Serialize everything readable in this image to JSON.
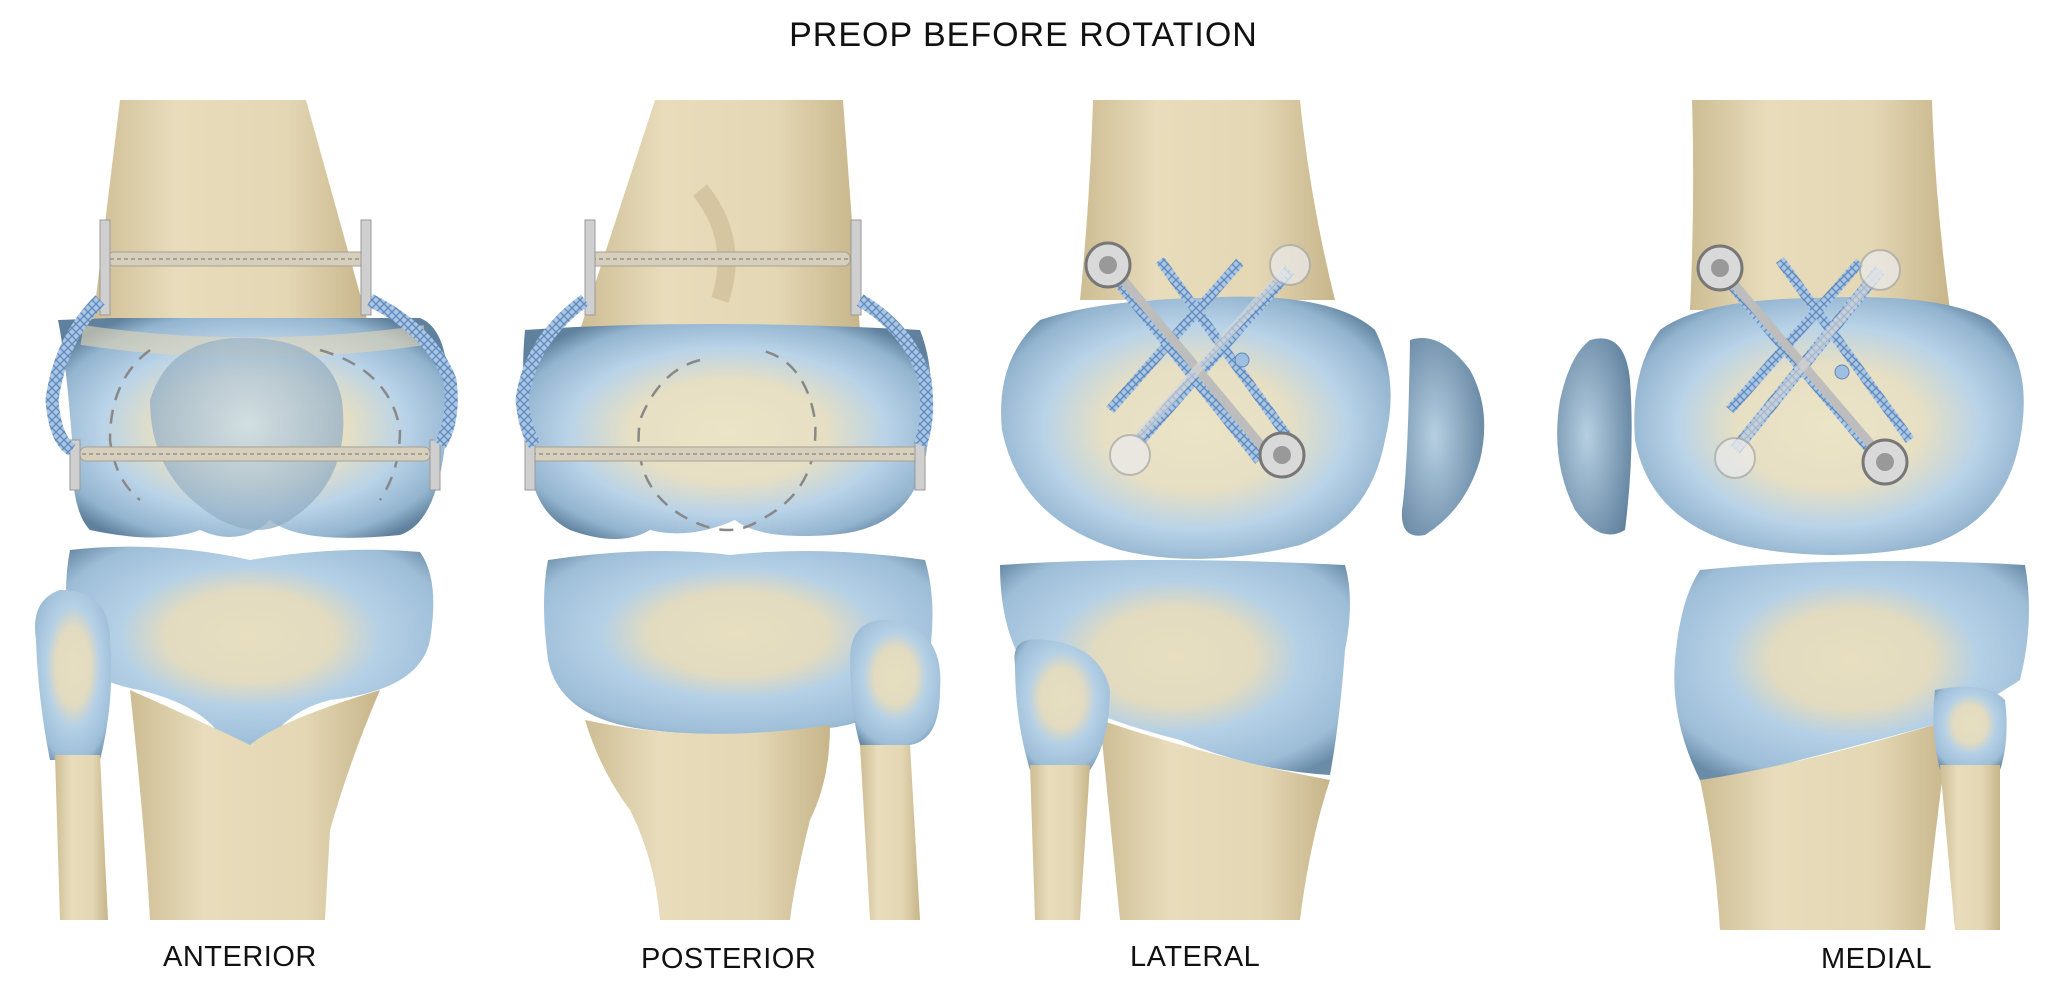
{
  "title": "PREOP BEFORE ROTATION",
  "views": {
    "anterior": "ANTERIOR",
    "posterior": "POSTERIOR",
    "lateral": "LATERAL",
    "medial": "MEDIAL"
  },
  "colors": {
    "bone": "#e3d6b6",
    "bone_shadow": "#c9b890",
    "cartilage": "#aecbe2",
    "cartilage_edge": "#6d8fab",
    "hardware": "#c8c8c8",
    "suture": "#8fb3d9"
  }
}
